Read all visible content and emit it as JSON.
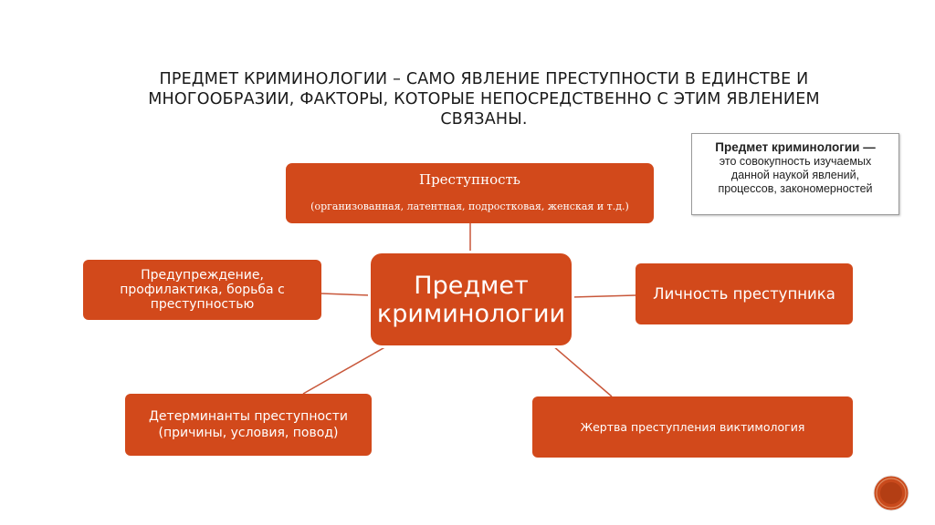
{
  "slide": {
    "title": "ПРЕДМЕТ КРИМИНОЛОГИИ – САМО ЯВЛЕНИЕ ПРЕСТУПНОСТИ В ЕДИНСТВЕ И МНОГООБРАЗИИ, ФАКТОРЫ, КОТОРЫЕ НЕПОСРЕДСТВЕННО С ЭТИМ ЯВЛЕНИЕМ СВЯЗАНЫ."
  },
  "diagram": {
    "center": "Предмет криминологии",
    "crime": {
      "label": "Преступность",
      "sub": "(организованная, латентная, подростковая, женская и т.д.)"
    },
    "prevention": "Предупреждение, профилактика, борьба с преступностью",
    "personality": "Личность преступника",
    "determinants": "Детерминанты преступности (причины, условия, повод)",
    "victim": "Жертва преступления виктимология"
  },
  "note": {
    "heading": "Предмет криминологии —",
    "body": "это совокупность изучаемых\nданной наукой явлений,\nпроцессов, закономерностей"
  },
  "colors": {
    "box_fill": "#d2491b",
    "connector": "#c8573a",
    "text_on_box": "#ffffff"
  }
}
